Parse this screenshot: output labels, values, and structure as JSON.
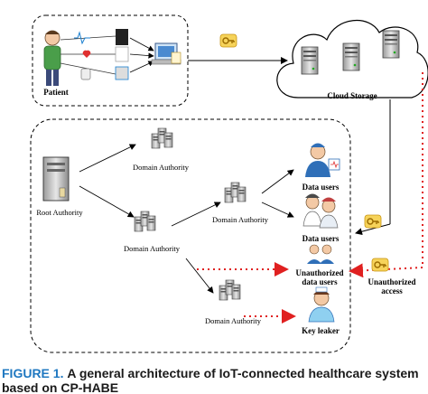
{
  "labels": {
    "patient": "Patient",
    "cloud_storage": "Cloud Storage",
    "root_authority": "Root Authority",
    "domain_authority": "Domain Authority",
    "data_users": "Data users",
    "unauthorized_users_line1": "Unauthorized",
    "unauthorized_users_line2": "data users",
    "unauthorized_access_line1": "Unauthorized",
    "unauthorized_access_line2": "access",
    "key_leaker": "Key leaker"
  },
  "caption": {
    "figure_label": "FIGURE 1.",
    "text": "A general architecture of IoT-connected healthcare system based on CP-HABE"
  },
  "colors": {
    "red_dotted": "#e02020",
    "caption_blue": "#1f78c1",
    "key_yellow": "#f2c02a"
  },
  "icons": [
    "server-icon",
    "key-icon",
    "user-icon",
    "doctor-icon",
    "nurse-icon",
    "laptop-icon",
    "cloud-icon"
  ]
}
